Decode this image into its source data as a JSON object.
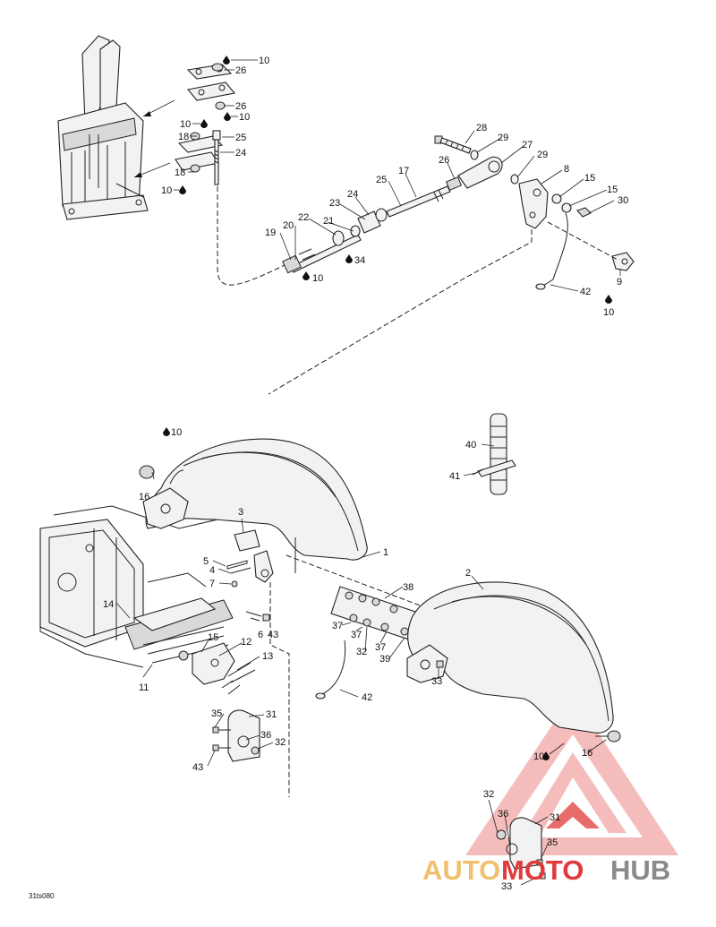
{
  "drawing_code": "31ts080",
  "watermark": {
    "part1": "AUTO",
    "part2": "MOTO",
    "part3": "HUB",
    "color_main": "#e8a0a0",
    "color_red": "#e03a3a",
    "color_grey": "#8a8a8a"
  },
  "callouts": [
    {
      "id": "c10a",
      "text": "10"
    },
    {
      "id": "c26a",
      "text": "26"
    },
    {
      "id": "c26b",
      "text": "26"
    },
    {
      "id": "c10b",
      "text": "10"
    },
    {
      "id": "c10c",
      "text": "10"
    },
    {
      "id": "c18a",
      "text": "18"
    },
    {
      "id": "c25a",
      "text": "25"
    },
    {
      "id": "c24a",
      "text": "24"
    },
    {
      "id": "c18b",
      "text": "18"
    },
    {
      "id": "c10d",
      "text": "10"
    },
    {
      "id": "c28",
      "text": "28"
    },
    {
      "id": "c29a",
      "text": "29"
    },
    {
      "id": "c27",
      "text": "27"
    },
    {
      "id": "c29b",
      "text": "29"
    },
    {
      "id": "c26c",
      "text": "26"
    },
    {
      "id": "c17",
      "text": "17"
    },
    {
      "id": "c25b",
      "text": "25"
    },
    {
      "id": "c8",
      "text": "8"
    },
    {
      "id": "c15a",
      "text": "15"
    },
    {
      "id": "c15b",
      "text": "15"
    },
    {
      "id": "c30",
      "text": "30"
    },
    {
      "id": "c24b",
      "text": "24"
    },
    {
      "id": "c23",
      "text": "23"
    },
    {
      "id": "c22",
      "text": "22"
    },
    {
      "id": "c21",
      "text": "21"
    },
    {
      "id": "c20",
      "text": "20"
    },
    {
      "id": "c19",
      "text": "19"
    },
    {
      "id": "c34",
      "text": "34"
    },
    {
      "id": "c10e",
      "text": "10"
    },
    {
      "id": "c9",
      "text": "9"
    },
    {
      "id": "c42a",
      "text": "42"
    },
    {
      "id": "c10f",
      "text": "10"
    },
    {
      "id": "c10g",
      "text": "10"
    },
    {
      "id": "c40",
      "text": "40"
    },
    {
      "id": "c41",
      "text": "41"
    },
    {
      "id": "c16a",
      "text": "16"
    },
    {
      "id": "c3",
      "text": "3"
    },
    {
      "id": "c1",
      "text": "1"
    },
    {
      "id": "c5",
      "text": "5"
    },
    {
      "id": "c4",
      "text": "4"
    },
    {
      "id": "c7",
      "text": "7"
    },
    {
      "id": "c2",
      "text": "2"
    },
    {
      "id": "c38",
      "text": "38"
    },
    {
      "id": "c14",
      "text": "14"
    },
    {
      "id": "c6",
      "text": "6"
    },
    {
      "id": "c43a",
      "text": "43"
    },
    {
      "id": "c37a",
      "text": "37"
    },
    {
      "id": "c37b",
      "text": "37"
    },
    {
      "id": "c37c",
      "text": "37"
    },
    {
      "id": "c32a",
      "text": "32"
    },
    {
      "id": "c39",
      "text": "39"
    },
    {
      "id": "c15c",
      "text": "15"
    },
    {
      "id": "c12",
      "text": "12"
    },
    {
      "id": "c13",
      "text": "13"
    },
    {
      "id": "c33a",
      "text": "33"
    },
    {
      "id": "c11",
      "text": "11"
    },
    {
      "id": "c42b",
      "text": "42"
    },
    {
      "id": "c35a",
      "text": "35"
    },
    {
      "id": "c31a",
      "text": "31"
    },
    {
      "id": "c36a",
      "text": "36"
    },
    {
      "id": "c32b",
      "text": "32"
    },
    {
      "id": "c43b",
      "text": "43"
    },
    {
      "id": "c10h",
      "text": "10"
    },
    {
      "id": "c16b",
      "text": "16"
    },
    {
      "id": "c32c",
      "text": "32"
    },
    {
      "id": "c36b",
      "text": "36"
    },
    {
      "id": "c31b",
      "text": "31"
    },
    {
      "id": "c35b",
      "text": "35"
    },
    {
      "id": "c33b",
      "text": "33"
    }
  ]
}
